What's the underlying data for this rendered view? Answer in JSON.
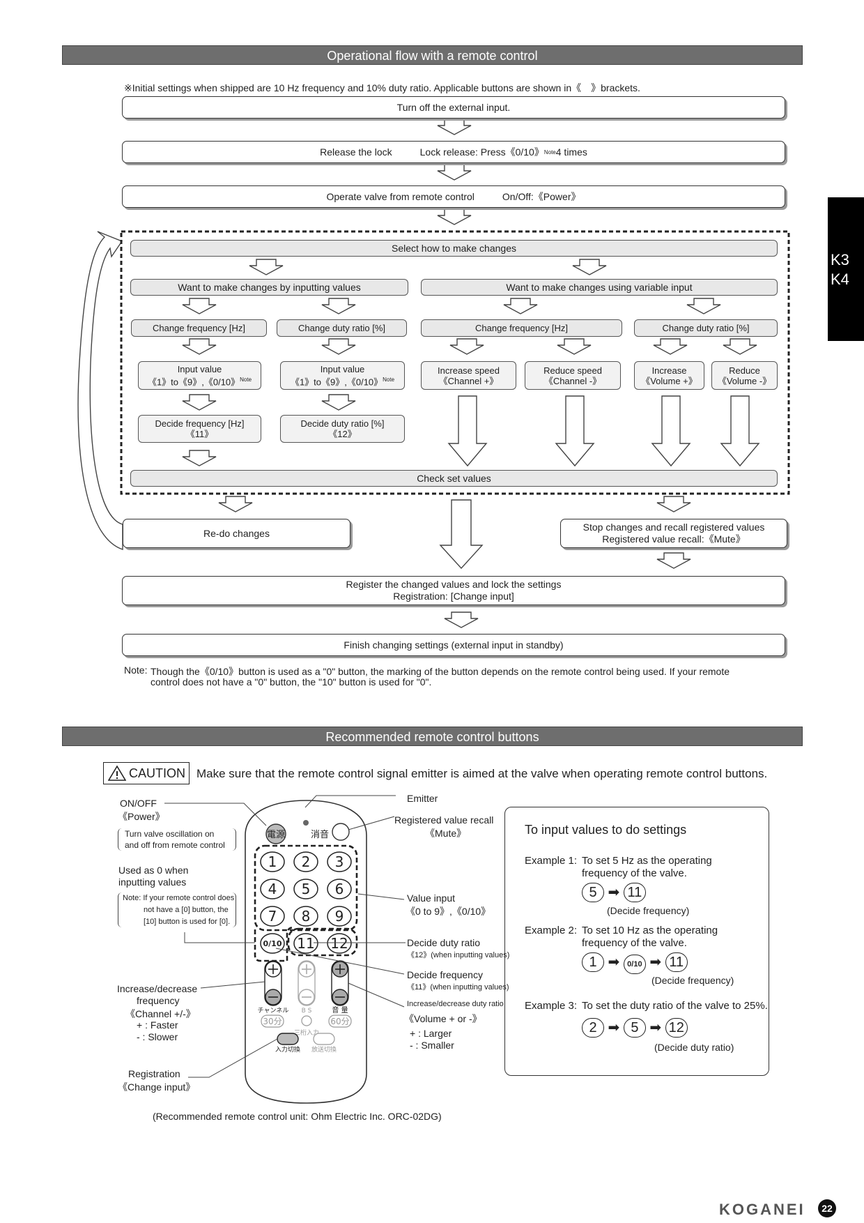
{
  "section1": {
    "header": "Operational flow with a remote control",
    "intro": "※Initial settings when shipped are 10 Hz frequency and 10% duty ratio. Applicable buttons are shown in《　》brackets.",
    "step1": "Turn off the external input.",
    "step2_a": "Release the lock",
    "step2_b": "Lock release: Press《0/10》",
    "step2_note": "Note",
    "step2_c": " 4 times",
    "step3_a": "Operate valve from remote control",
    "step3_b": "On/Off:《Power》",
    "select": "Select how to make changes",
    "left_title": "Want to make changes by inputting values",
    "right_title": "Want to make changes using variable input",
    "l_freq": "Change frequency [Hz]",
    "l_duty": "Change duty ratio [%]",
    "r_freq": "Change frequency [Hz]",
    "r_duty": "Change duty ratio [%]",
    "input_value": "Input value",
    "input_range": "《1》to《9》,《0/10》",
    "note": "Note",
    "inc_speed": "Increase speed",
    "channel_plus": "《Channel +》",
    "red_speed": "Reduce speed",
    "channel_minus": "《Channel -》",
    "increase": "Increase",
    "volume_plus": "《Volume +》",
    "reduce": "Reduce",
    "volume_minus": "《Volume -》",
    "decide_freq": "Decide frequency [Hz]",
    "decide_freq_btn": "《11》",
    "decide_duty": "Decide duty ratio [%]",
    "decide_duty_btn": "《12》",
    "check": "Check set values",
    "redo": "Re-do changes",
    "stop_a": "Stop changes and recall registered values",
    "stop_b": "Registered value recall:《Mute》",
    "register_a": "Register the changed values and lock the settings",
    "register_b": "Registration: [Change input]",
    "finish": "Finish changing settings (external input in standby)",
    "note_label": "Note:",
    "note_text1": "Though the《0/10》button is used as a \"0\" button, the marking of the button depends on the remote control being used. If your remote",
    "note_text2": "control does not have a \"0\" button, the \"10\" button is used for \"0\"."
  },
  "section2": {
    "header": "Recommended remote control buttons",
    "caution_label": "CAUTION",
    "caution_text": "Make sure that the remote control signal emitter is aimed at the valve when operating remote control buttons.",
    "onoff": "ON/OFF",
    "power": "《Power》",
    "turn1": "Turn valve oscillation on",
    "turn2": "and off from remote control",
    "used1": "Used as 0 when",
    "used2": "inputting values",
    "rnote1": "Note: If your remote control does",
    "rnote2": "not have a [0] button, the",
    "rnote3": "[10] button is used for [0].",
    "incdec1": "Increase/decrease",
    "incdec2": "frequency",
    "incdec3": "《Channel +/-》",
    "faster": "+ : Faster",
    "slower": "- : Slower",
    "registration": "Registration",
    "change_input": "《Change input》",
    "emitter": "Emitter",
    "recall1": "Registered value recall",
    "recall2": "《Mute》",
    "value_input": "Value input",
    "value_range": "《0 to 9》,《0/10》",
    "dduty": "Decide duty ratio",
    "dduty_sub": "《12》(when inputting values)",
    "dfreq": "Decide frequency",
    "dfreq_sub": "《11》(when inputting values)",
    "vol1": "Increase/decrease duty ratio",
    "vol2": "《Volume + or -》",
    "larger": "+ : Larger",
    "smaller": "- : Smaller",
    "recommended": "(Recommended remote control unit: Ohm Electric Inc. ORC-02DG)",
    "remote_power": "電源",
    "remote_mute": "消音",
    "remote_channel": "チャンネル",
    "remote_volume": "音 量",
    "remote_bs": "B S",
    "remote_30": "30分",
    "remote_60": "60分",
    "remote_3digit": "三桁入力",
    "remote_input": "入力切換",
    "remote_broadcast": "放送切換",
    "keys": [
      "1",
      "2",
      "3",
      "4",
      "5",
      "6",
      "7",
      "8",
      "9",
      "0/10",
      "11",
      "12"
    ]
  },
  "examples": {
    "title": "To input values to do settings",
    "ex1_label": "Example 1:",
    "ex1_text1": "To set 5 Hz as the operating",
    "ex1_text2": "frequency of the valve.",
    "ex1_keys": [
      "5",
      "11"
    ],
    "ex1_cap": "(Decide frequency)",
    "ex2_label": "Example 2:",
    "ex2_text1": "To set 10 Hz as the operating",
    "ex2_text2": "frequency of the valve.",
    "ex2_keys": [
      "1",
      "0/10",
      "11"
    ],
    "ex2_cap": "(Decide frequency)",
    "ex3_label": "Example 3:",
    "ex3_text": "To set the duty ratio of the valve to 25%.",
    "ex3_keys": [
      "2",
      "5",
      "12"
    ],
    "ex3_cap": "(Decide duty ratio)"
  },
  "side_tab": {
    "line1": "K3",
    "line2": "K4"
  },
  "footer": {
    "brand": "KOGANEI",
    "page": "22"
  }
}
